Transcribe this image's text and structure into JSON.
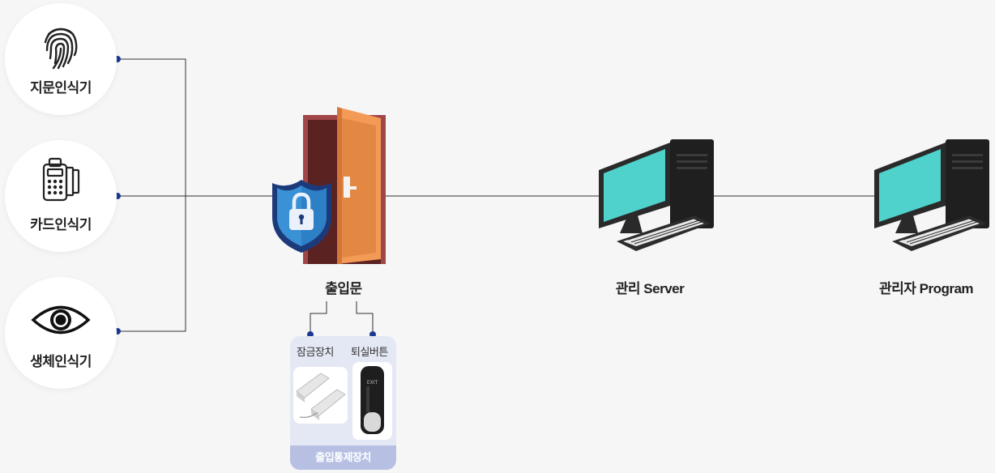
{
  "inputs": [
    {
      "label": "지문인식기",
      "icon": "fingerprint-icon"
    },
    {
      "label": "카드인식기",
      "icon": "card-reader-icon"
    },
    {
      "label": "생체인식기",
      "icon": "eye-icon"
    }
  ],
  "door": {
    "label": "출입문",
    "icon": "door-with-shield-icon"
  },
  "server": {
    "label": "관리 Server",
    "icon": "computer-icon"
  },
  "program": {
    "label": "관리자 Program",
    "icon": "computer-icon"
  },
  "control_panel": {
    "lock_label": "잠금장치",
    "exit_label": "퇴실버튼",
    "exit_button_text": "EXIT",
    "footer_label": "출입통제장치"
  },
  "colors": {
    "line": "#333333",
    "dot": "#1c3a94",
    "panel_bg": "#e4e8f5",
    "panel_footer": "#b7c0e3",
    "monitor_screen": "#4fd1cc"
  }
}
